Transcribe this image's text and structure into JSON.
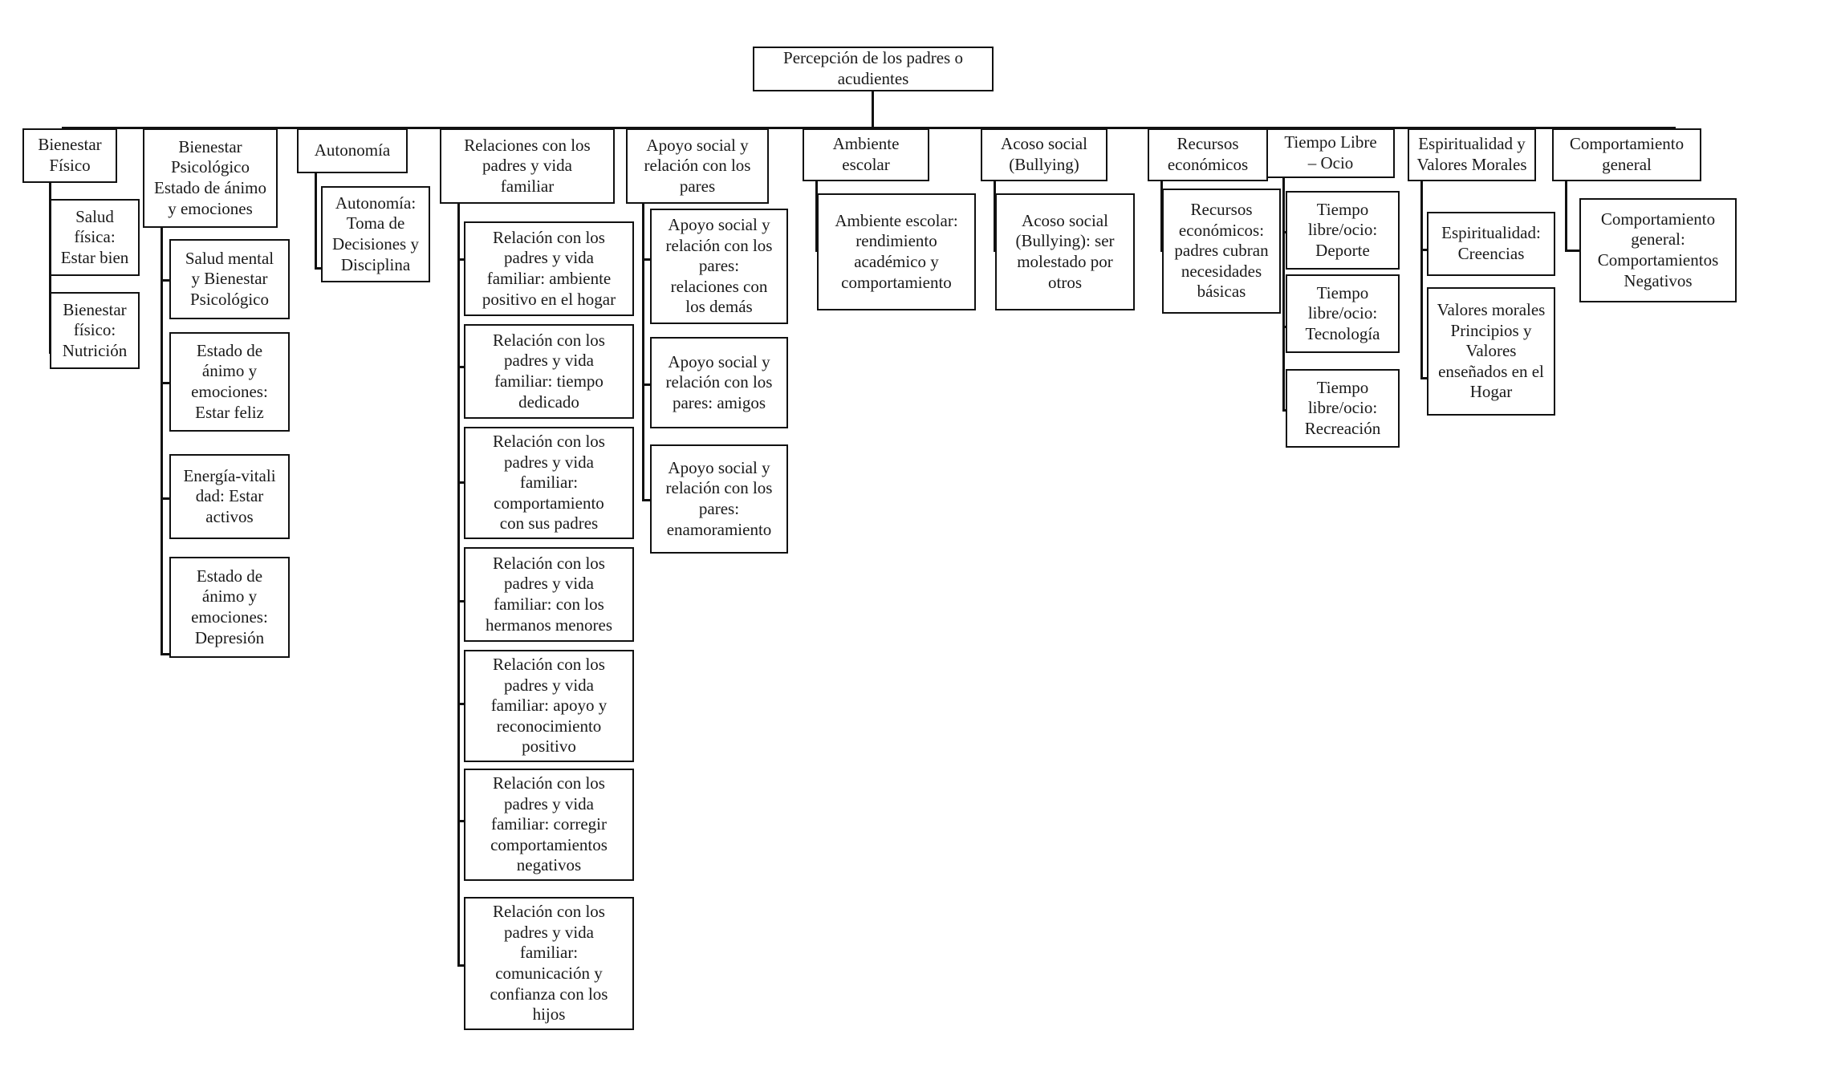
{
  "diagram": {
    "type": "tree-hierarchy",
    "title": "Percepción de los padres o acudientes",
    "orientation": "top-down-with-bus",
    "colors": {
      "border": "#111111",
      "background": "#ffffff",
      "text": "#1a1a1a"
    },
    "root": {
      "label": "Percepción de los padres o\nacudientes"
    },
    "branches": [
      {
        "id": "bienestar-fisico",
        "label": "Bienestar\nFísico",
        "children": [
          {
            "id": "salud-fisica-estar-bien",
            "label": "Salud\nfísica:\nEstar bien"
          },
          {
            "id": "bienestar-fisico-nutricion",
            "label": "Bienestar\nfísico:\nNutrición"
          }
        ]
      },
      {
        "id": "bienestar-psicologico",
        "label": "Bienestar\nPsicológico\nEstado de ánimo\ny emociones",
        "children": [
          {
            "id": "salud-mental-bienestar-psicologico",
            "label": "Salud mental\ny Bienestar\nPsicológico"
          },
          {
            "id": "estado-animo-estar-feliz",
            "label": "Estado de\nánimo y\nemociones:\nEstar feliz"
          },
          {
            "id": "energia-vitalidad-estar-activos",
            "label": "Energía-vitali\ndad: Estar\nactivos"
          },
          {
            "id": "estado-animo-depresion",
            "label": "Estado de\nánimo y\nemociones:\nDepresión"
          }
        ]
      },
      {
        "id": "autonomia",
        "label": "Autonomía",
        "children": [
          {
            "id": "autonomia-toma-decisiones",
            "label": "Autonomía:\nToma de\nDecisiones y\nDisciplina"
          }
        ]
      },
      {
        "id": "relaciones-padres-vida-familiar",
        "label": "Relaciones con los\npadres y vida\nfamiliar",
        "children": [
          {
            "id": "rel-ambiente-positivo-hogar",
            "label": "Relación con los\npadres y vida\nfamiliar: ambiente\npositivo en el hogar"
          },
          {
            "id": "rel-tiempo-dedicado",
            "label": "Relación con los\npadres y vida\nfamiliar: tiempo\ndedicado"
          },
          {
            "id": "rel-comportamiento-con-padres",
            "label": "Relación con los\npadres y vida\nfamiliar:\ncomportamiento\ncon sus padres"
          },
          {
            "id": "rel-hermanos-menores",
            "label": "Relación con los\npadres y vida\nfamiliar: con los\nhermanos menores"
          },
          {
            "id": "rel-apoyo-reconocimiento-positivo",
            "label": "Relación con los\npadres y vida\nfamiliar: apoyo y\nreconocimiento\npositivo"
          },
          {
            "id": "rel-corregir-comportamientos-negativos",
            "label": "Relación con los\npadres y vida\nfamiliar: corregir\ncomportamientos\nnegativos"
          },
          {
            "id": "rel-comunicacion-confianza-hijos",
            "label": "Relación con los\npadres y vida\nfamiliar:\ncomunicación y\nconfianza con los\nhijos"
          }
        ]
      },
      {
        "id": "apoyo-social-pares",
        "label": "Apoyo social y\nrelación con los\npares",
        "children": [
          {
            "id": "apoyo-relaciones-con-los-demas",
            "label": "Apoyo social y\nrelación con los\npares:\nrelaciones con\nlos demás"
          },
          {
            "id": "apoyo-amigos",
            "label": "Apoyo social y\nrelación con los\npares: amigos"
          },
          {
            "id": "apoyo-enamoramiento",
            "label": "Apoyo social y\nrelación con los\npares:\nenamoramiento"
          }
        ]
      },
      {
        "id": "ambiente-escolar",
        "label": "Ambiente\nescolar",
        "children": [
          {
            "id": "ambiente-escolar-rendimiento",
            "label": "Ambiente escolar:\nrendimiento\nacadémico y\ncomportamiento"
          }
        ]
      },
      {
        "id": "acoso-social-bullying",
        "label": "Acoso social\n(Bullying)",
        "children": [
          {
            "id": "acoso-ser-molestado",
            "label": "Acoso social\n(Bullying): ser\nmolestado por\notros"
          }
        ]
      },
      {
        "id": "recursos-economicos",
        "label": "Recursos\neconómicos",
        "children": [
          {
            "id": "recursos-necesidades-basicas",
            "label": "Recursos\neconómicos:\npadres cubran\nnecesidades\nbásicas"
          }
        ]
      },
      {
        "id": "tiempo-libre-ocio",
        "label": "Tiempo Libre\n– Ocio",
        "children": [
          {
            "id": "tiempo-libre-deporte",
            "label": "Tiempo\nlibre/ocio:\nDeporte"
          },
          {
            "id": "tiempo-libre-tecnologia",
            "label": "Tiempo\nlibre/ocio:\nTecnología"
          },
          {
            "id": "tiempo-libre-recreacion",
            "label": "Tiempo\nlibre/ocio:\nRecreación"
          }
        ]
      },
      {
        "id": "espiritualidad-valores-morales",
        "label": "Espiritualidad y\nValores Morales",
        "children": [
          {
            "id": "espiritualidad-creencias",
            "label": "Espiritualidad:\nCreencias"
          },
          {
            "id": "valores-morales-hogar",
            "label": "Valores morales\nPrincipios y\nValores\nenseñados en el\nHogar"
          }
        ]
      },
      {
        "id": "comportamiento-general",
        "label": "Comportamiento\ngeneral",
        "children": [
          {
            "id": "comportamiento-negativos",
            "label": "Comportamiento\ngeneral:\nComportamientos\nNegativos"
          }
        ]
      }
    ]
  }
}
